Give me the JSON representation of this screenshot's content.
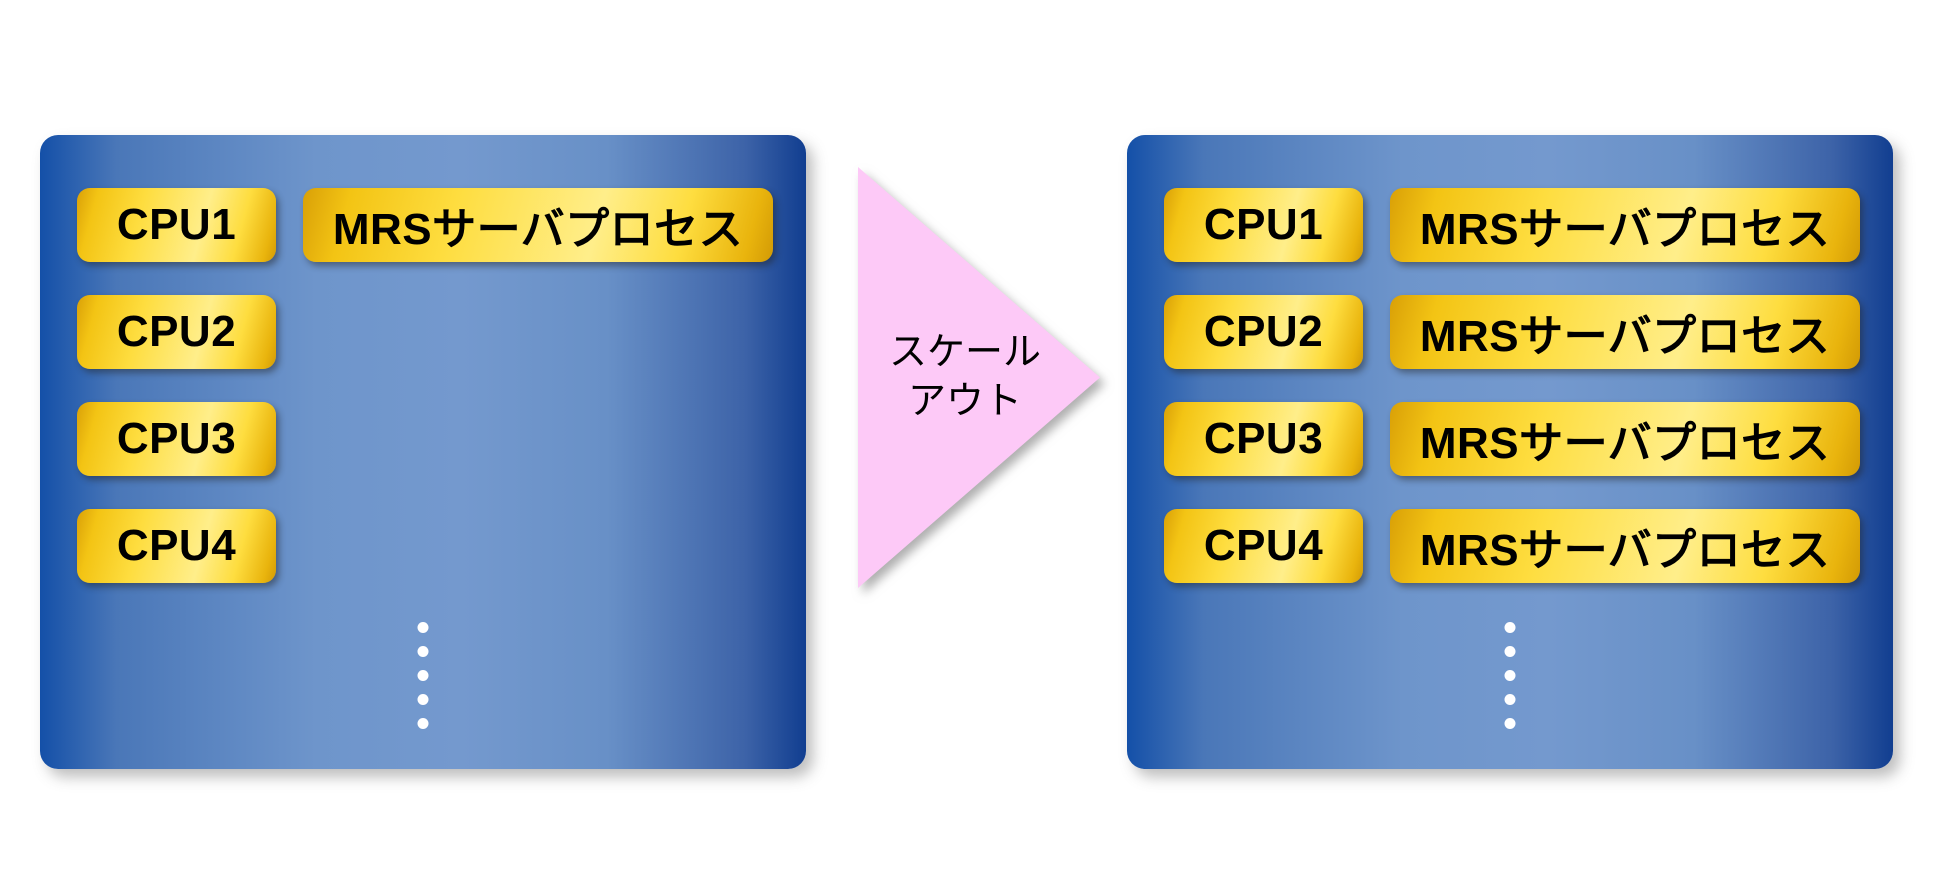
{
  "diagram": {
    "title": "scale-out (single MRS server process to one per CPU)",
    "arrow": {
      "line1": "スケール",
      "line2": "アウト"
    },
    "panels": {
      "left": {
        "rows": [
          {
            "cpu": "CPU1",
            "process": "MRSサーバプロセス"
          },
          {
            "cpu": "CPU2"
          },
          {
            "cpu": "CPU3"
          },
          {
            "cpu": "CPU4"
          }
        ],
        "ellipsis_dot_count": 5
      },
      "right": {
        "rows": [
          {
            "cpu": "CPU1",
            "process": "MRSサーバプロセス"
          },
          {
            "cpu": "CPU2",
            "process": "MRSサーバプロセス"
          },
          {
            "cpu": "CPU3",
            "process": "MRSサーバプロセス"
          },
          {
            "cpu": "CPU4",
            "process": "MRSサーバプロセス"
          }
        ],
        "ellipsis_dot_count": 5
      }
    },
    "colors": {
      "panel_blue_edge": "#1450a8",
      "panel_blue_center": "#7499ce",
      "chip_gold_dark": "#d29a05",
      "chip_gold_bright": "#ffee8a",
      "arrow_pink": "#fdc9f7",
      "dot_white": "#ffffff",
      "text_black": "#000000"
    }
  }
}
